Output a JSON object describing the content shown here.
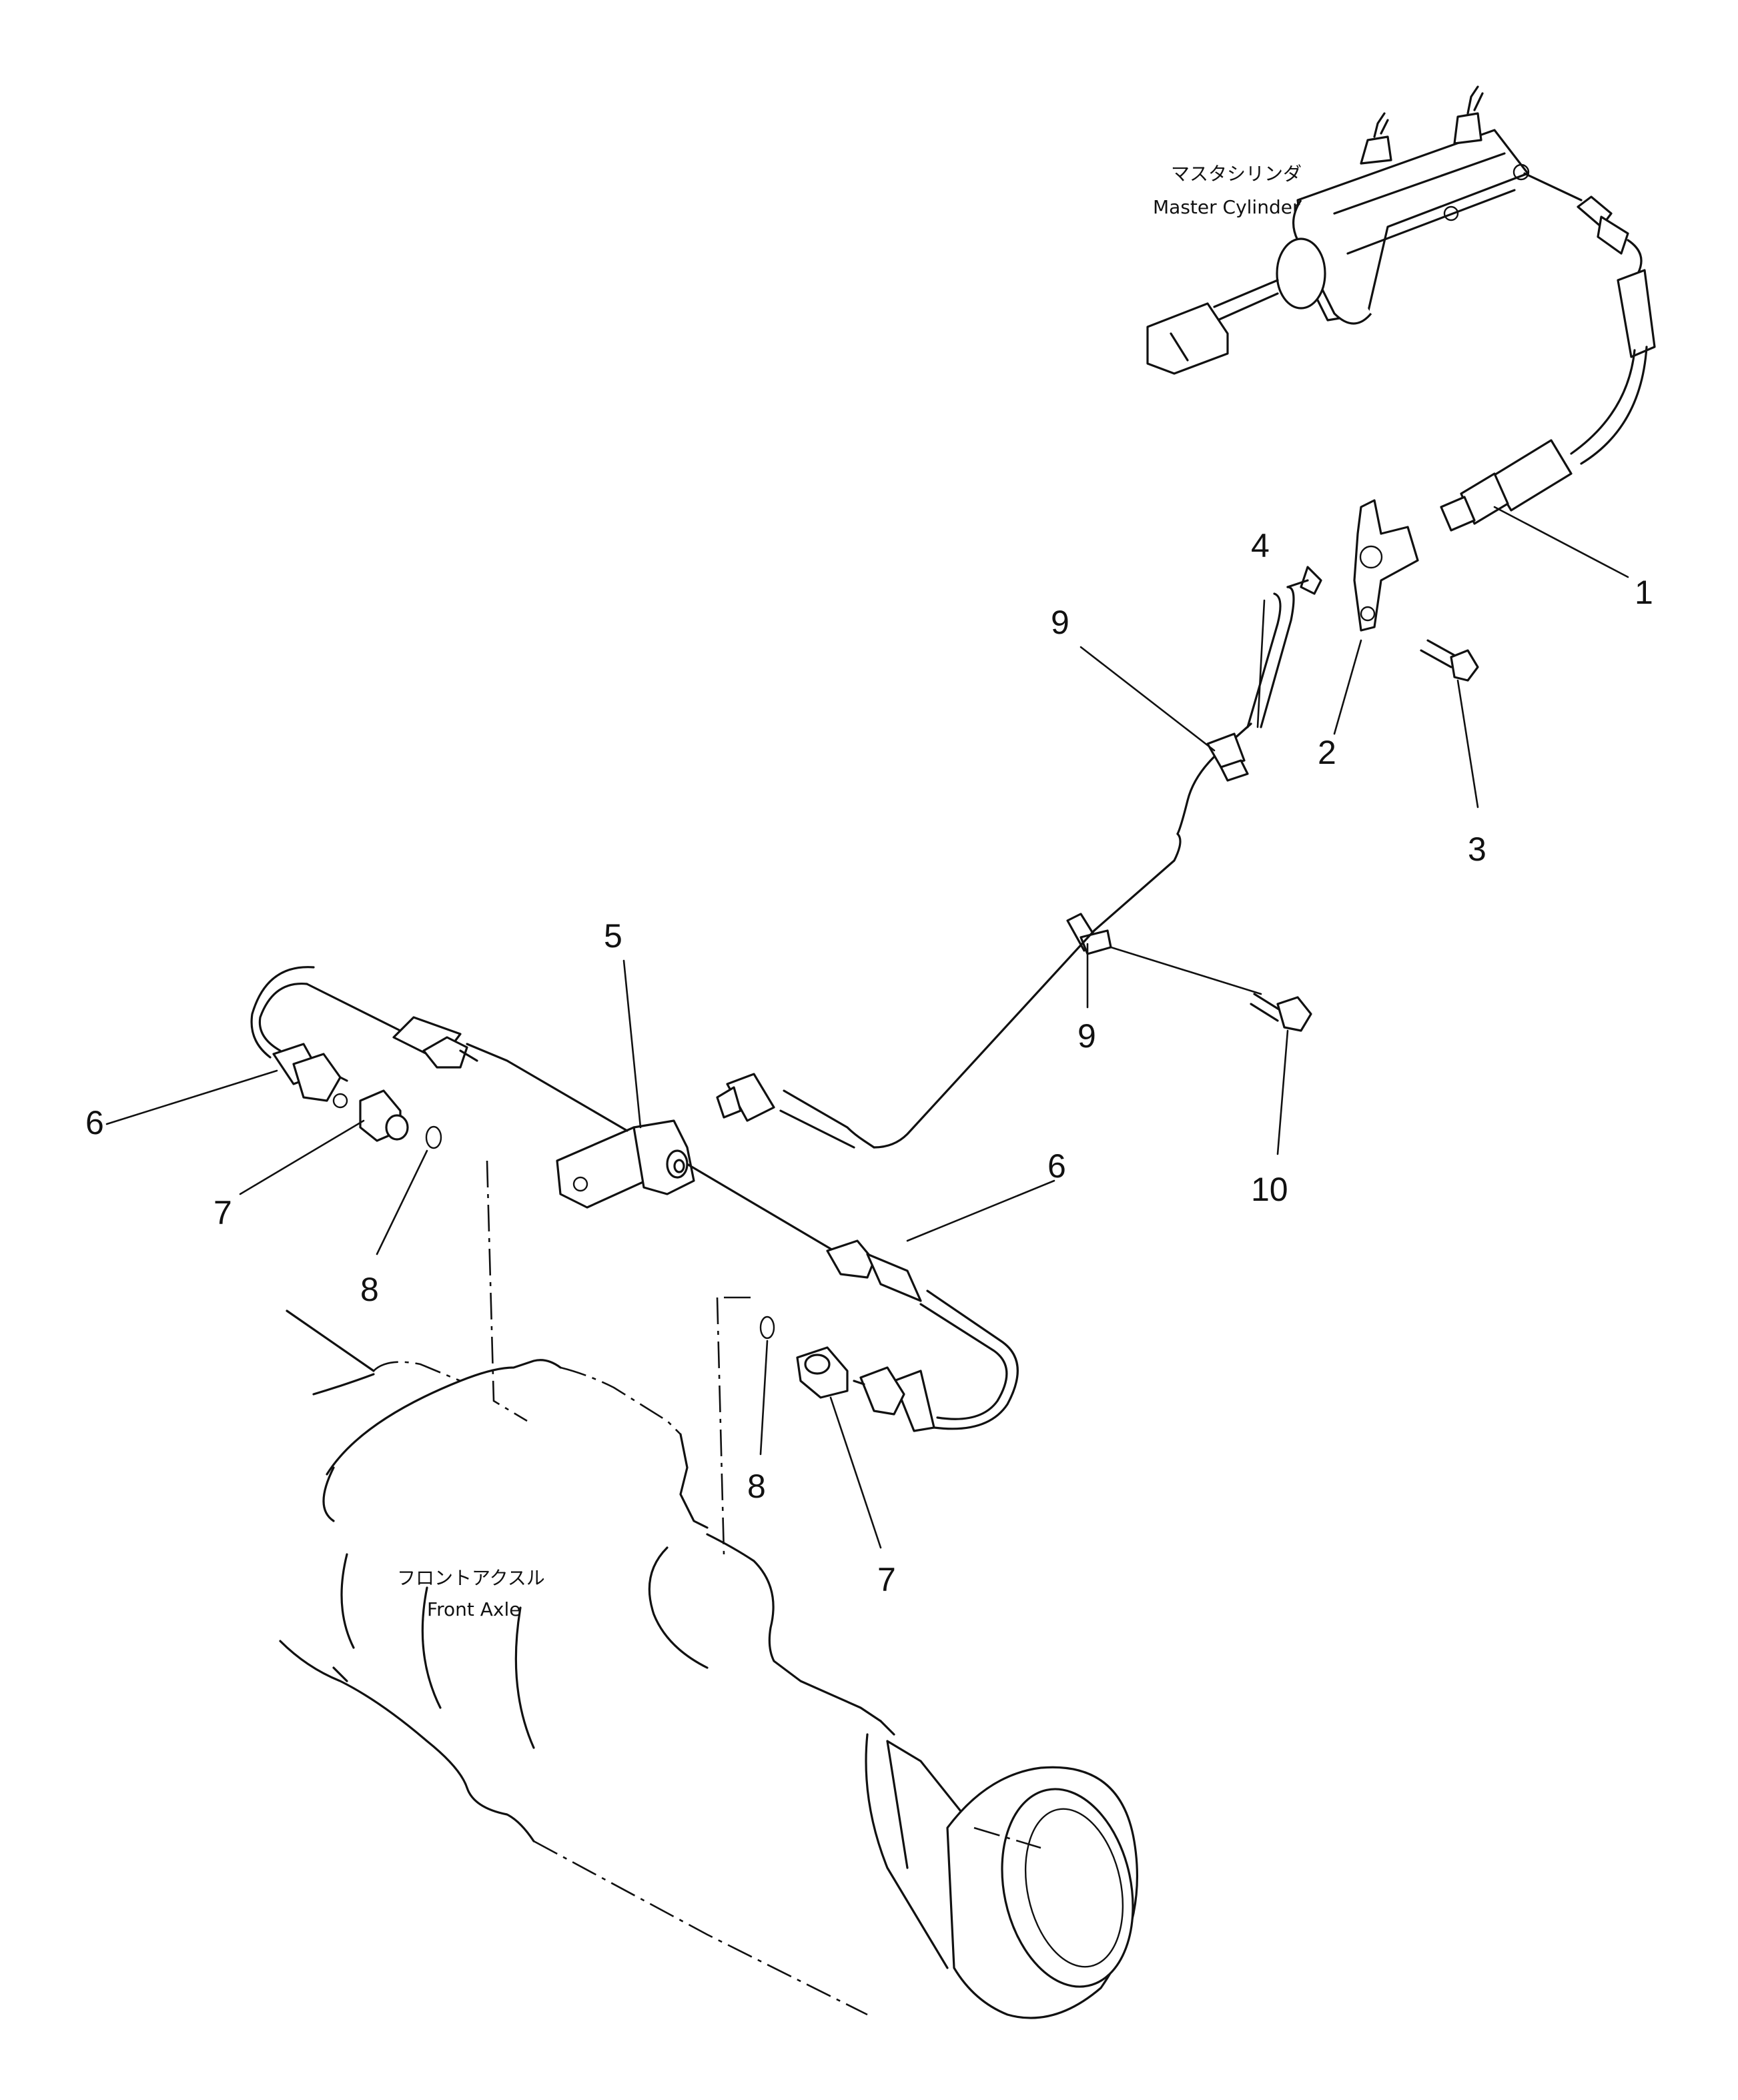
{
  "labels": {
    "master_cylinder_jp": "マスタシリンダ",
    "master_cylinder_en": "Master Cylinder",
    "front_axle_jp": "フロントアクスル",
    "front_axle_en": "Front Axle"
  },
  "callouts": [
    "1",
    "2",
    "3",
    "4",
    "5",
    "6",
    "7",
    "8",
    "9",
    "9",
    "10",
    "6",
    "7",
    "8"
  ]
}
